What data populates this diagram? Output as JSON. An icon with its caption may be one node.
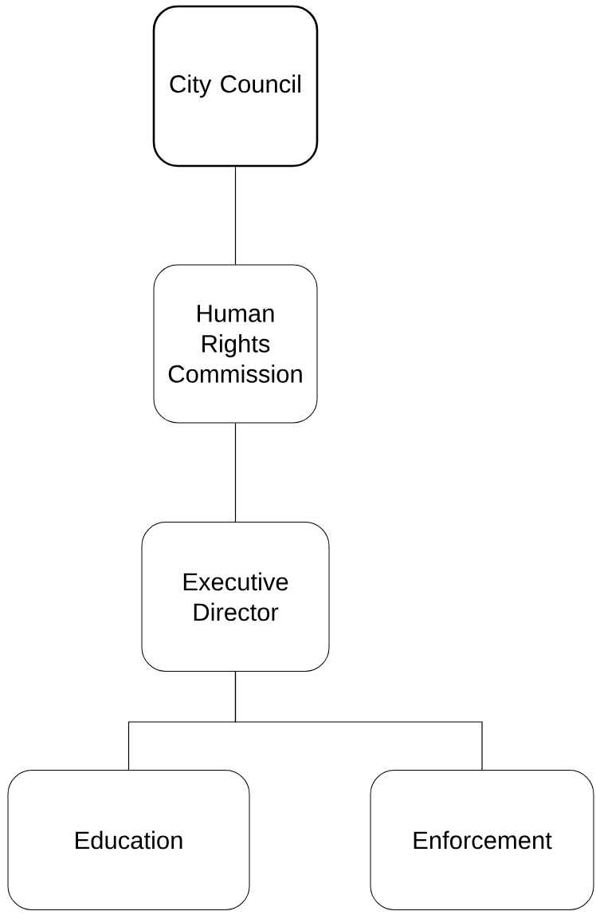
{
  "diagram": {
    "nodes": [
      {
        "text": [
          "City Council"
        ]
      },
      {
        "text": [
          "Human Rights Commission"
        ]
      },
      {
        "text": [
          "Executive Director"
        ]
      },
      {
        "text": [
          "Education"
        ]
      },
      {
        "text": [
          "Enforcement"
        ]
      }
    ],
    "edges": [
      {
        "from": 0,
        "to": 1,
        "arrow": "none"
      },
      {
        "from": 1,
        "to": 2,
        "arrow": "none"
      },
      {
        "from": 2,
        "to": 3,
        "arrow": "none"
      },
      {
        "from": 2,
        "to": 4,
        "arrow": "none"
      }
    ]
  }
}
